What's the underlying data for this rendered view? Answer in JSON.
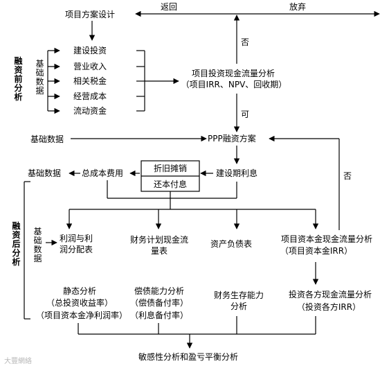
{
  "top": {
    "design": "项目方案设计",
    "return": "返回",
    "abandon": "放弃",
    "no1": "否",
    "yes": "可",
    "no2": "否"
  },
  "pre": {
    "side": "融资前分析",
    "basic": "基础数据",
    "items": [
      "建设投资",
      "营业收入",
      "相关税金",
      "经营成本",
      "流动资金"
    ],
    "cashflow": "项目投资现金流量分析",
    "cashflow_sub": "（项目IRR、NPV、回收期）"
  },
  "mid": {
    "basic_left": "基础数据",
    "ppp": "PPP融资方案",
    "basic_left2": "基础数据",
    "total_cost": "总成本费用",
    "depreciation": "折旧摊销",
    "repay": "还本付息",
    "interest": "建设期利息"
  },
  "post": {
    "side": "融资后分析",
    "basic": "基础数据",
    "profit": "利润与利润分配表",
    "finance_plan": "财务计划现金流量表",
    "balance": "资产负债表",
    "capital_cf": "项目资本金现金流量分析",
    "capital_cf_sub": "（项目资本金IRR）",
    "static": "静态分析",
    "static_1": "（总投资收益率）",
    "static_2": "（项目资本金净利润率）",
    "debt": "偿债能力分析",
    "debt_1": "（偿债备付率）",
    "debt_2": "（利息备付率）",
    "survival": "财务生存能力分析",
    "investors": "投资各方现金流量分析",
    "investors_sub": "（投资各方IRR）",
    "sensitivity": "敏感性分析和盈亏平衡分析"
  },
  "watermark": "大豐網絡"
}
